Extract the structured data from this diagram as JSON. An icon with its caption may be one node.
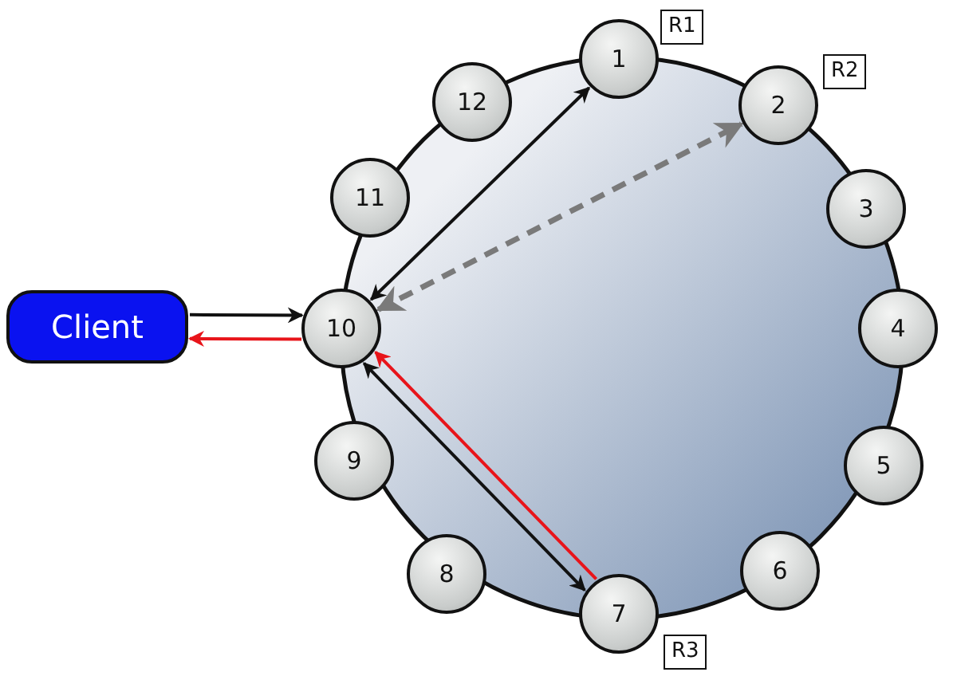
{
  "diagram": {
    "nodes": [
      {
        "text": [
          "Client"
        ]
      },
      {
        "text": [
          "1"
        ],
        "beside": [
          "R1"
        ]
      },
      {
        "text": [
          "2"
        ],
        "beside": [
          "R2"
        ]
      },
      {
        "text": [
          "3"
        ]
      },
      {
        "text": [
          "4"
        ]
      },
      {
        "text": [
          "5"
        ]
      },
      {
        "text": [
          "6"
        ]
      },
      {
        "text": [
          "7"
        ],
        "beside": [
          "R3"
        ]
      },
      {
        "text": [
          "8"
        ]
      },
      {
        "text": [
          "9"
        ]
      },
      {
        "text": [
          "10"
        ]
      },
      {
        "text": [
          "11"
        ]
      },
      {
        "text": [
          "12"
        ]
      }
    ],
    "edges": [
      {
        "from": 0,
        "to": 10,
        "arrow": "to"
      },
      {
        "from": 10,
        "to": 0,
        "arrow": "to",
        "color": "#e8141a"
      },
      {
        "from": 10,
        "to": 1,
        "arrow": "both"
      },
      {
        "from": 10,
        "to": 2,
        "arrow": "both",
        "style": "dashed",
        "color": "#7a7a7a"
      },
      {
        "from": 10,
        "to": 7,
        "arrow": "both"
      },
      {
        "from": 7,
        "to": 10,
        "arrow": "to",
        "color": "#e8141a"
      }
    ]
  }
}
